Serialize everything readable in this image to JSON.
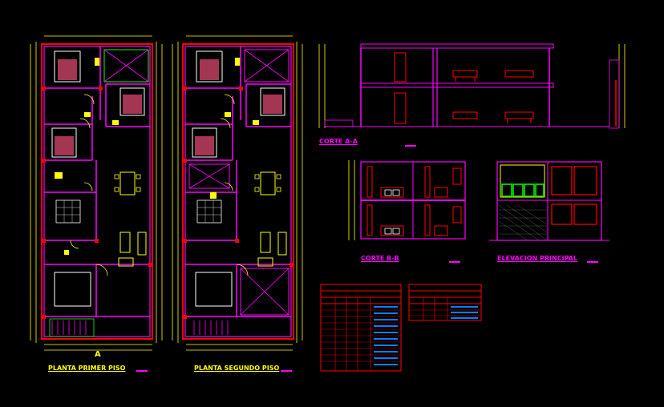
{
  "titles": {
    "plan1": "PLANTA PRIMER PISO",
    "plan2": "PLANTA SEGUNDO PISO",
    "section_aa": "CORTE A-A",
    "section_bb": "CORTE B-B",
    "elevation": "ELEVACION PRINCIPAL"
  },
  "colors": {
    "background": "#000000",
    "walls": "#ff00ff",
    "dimensions": "#ffff00",
    "structure": "#ff0000",
    "furniture": "#ffffff",
    "hatch": "#ff8080",
    "glass": "#00ff00",
    "tables": "#00ffff"
  }
}
